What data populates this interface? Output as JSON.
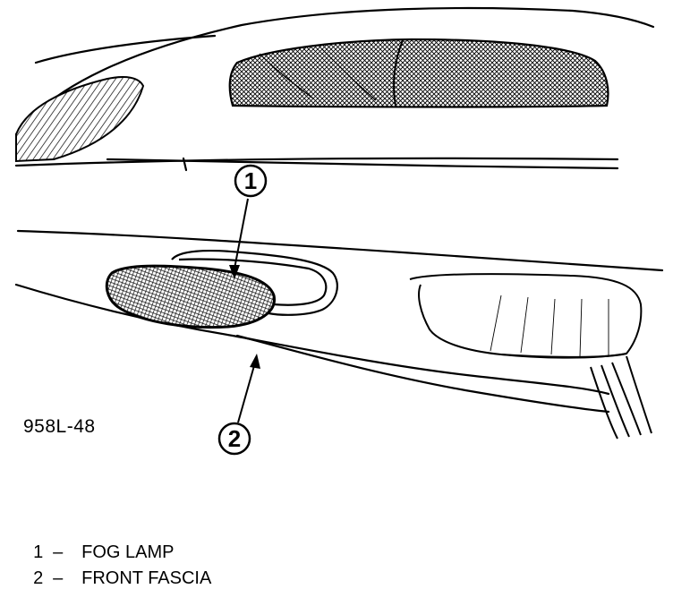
{
  "figure": {
    "id_label": "958L-48",
    "callouts": [
      {
        "number": "1",
        "target": "fog-lamp"
      },
      {
        "number": "2",
        "target": "front-fascia"
      }
    ]
  },
  "legend": [
    {
      "number": "1",
      "dash": "–",
      "label": "FOG LAMP"
    },
    {
      "number": "2",
      "dash": "–",
      "label": "FRONT FASCIA"
    }
  ]
}
